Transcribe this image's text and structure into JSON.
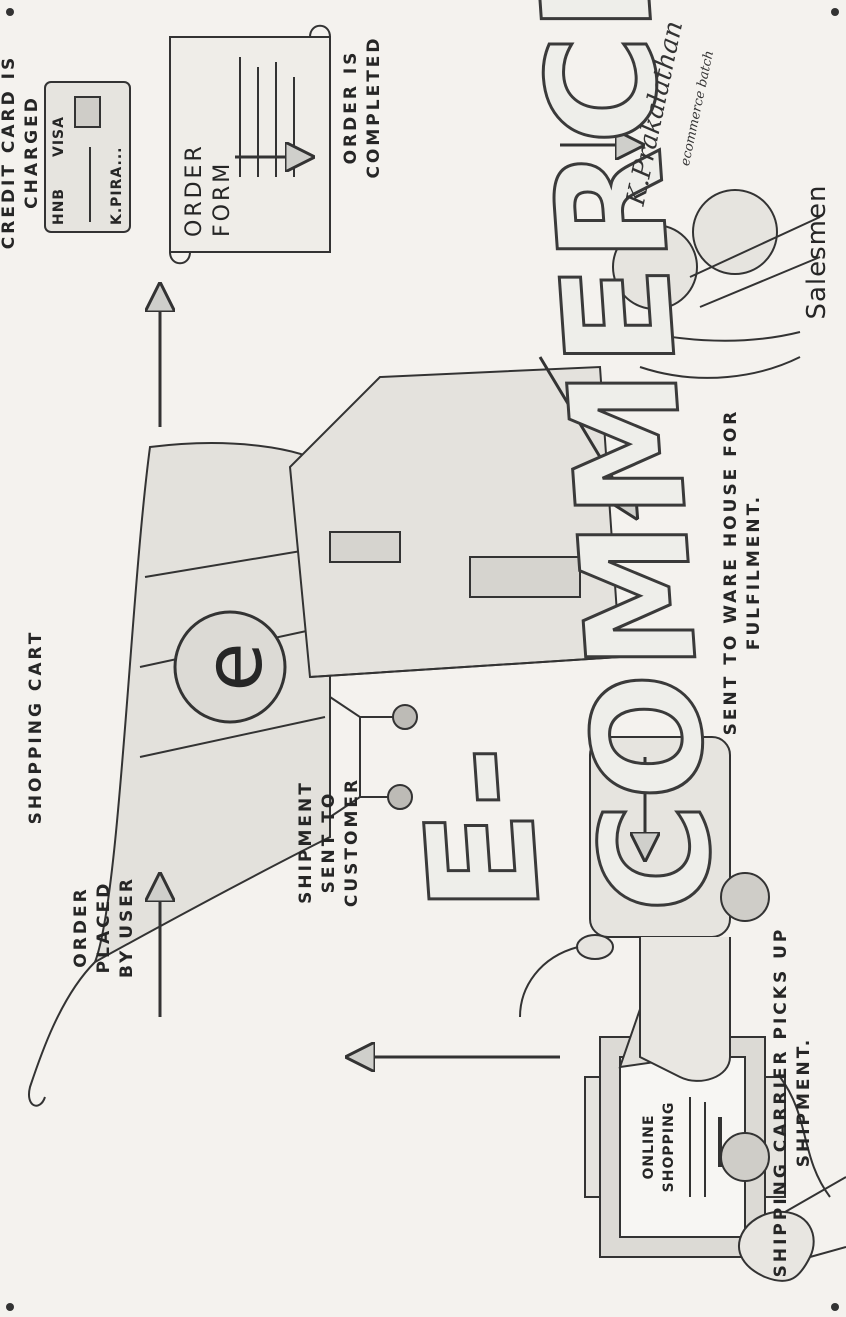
{
  "diagram": {
    "title": "E-COMMERCE",
    "steps": {
      "order_placed": "ORDER PLACED BY USER",
      "shopping_cart": "SHOPPING CART",
      "credit_card": "CREDIT CARD IS CHARGED",
      "order_completed": "ORDER IS COMPLETED",
      "warehouse": "SENT TO WARE HOUSE FOR FULFILMENT.",
      "shipping_carrier": "SHIPPING CARRIER PICKS UP SHIPMENT.",
      "shipment_sent": "SHIPMENT SENT TO CUSTOMER"
    },
    "salesmen_label": "Salesmen",
    "monitor": {
      "line1": "ONLINE",
      "line2": "SHOPPING"
    },
    "card": {
      "bank": "HNB",
      "brand": "VISA",
      "holder": "K.PIRA..."
    },
    "order_form": {
      "line1": "ORDER",
      "line2": "FORM"
    },
    "cart_logo": "e",
    "signature": {
      "name": "K.Prakalathan",
      "note": "ecommerce batch"
    }
  }
}
